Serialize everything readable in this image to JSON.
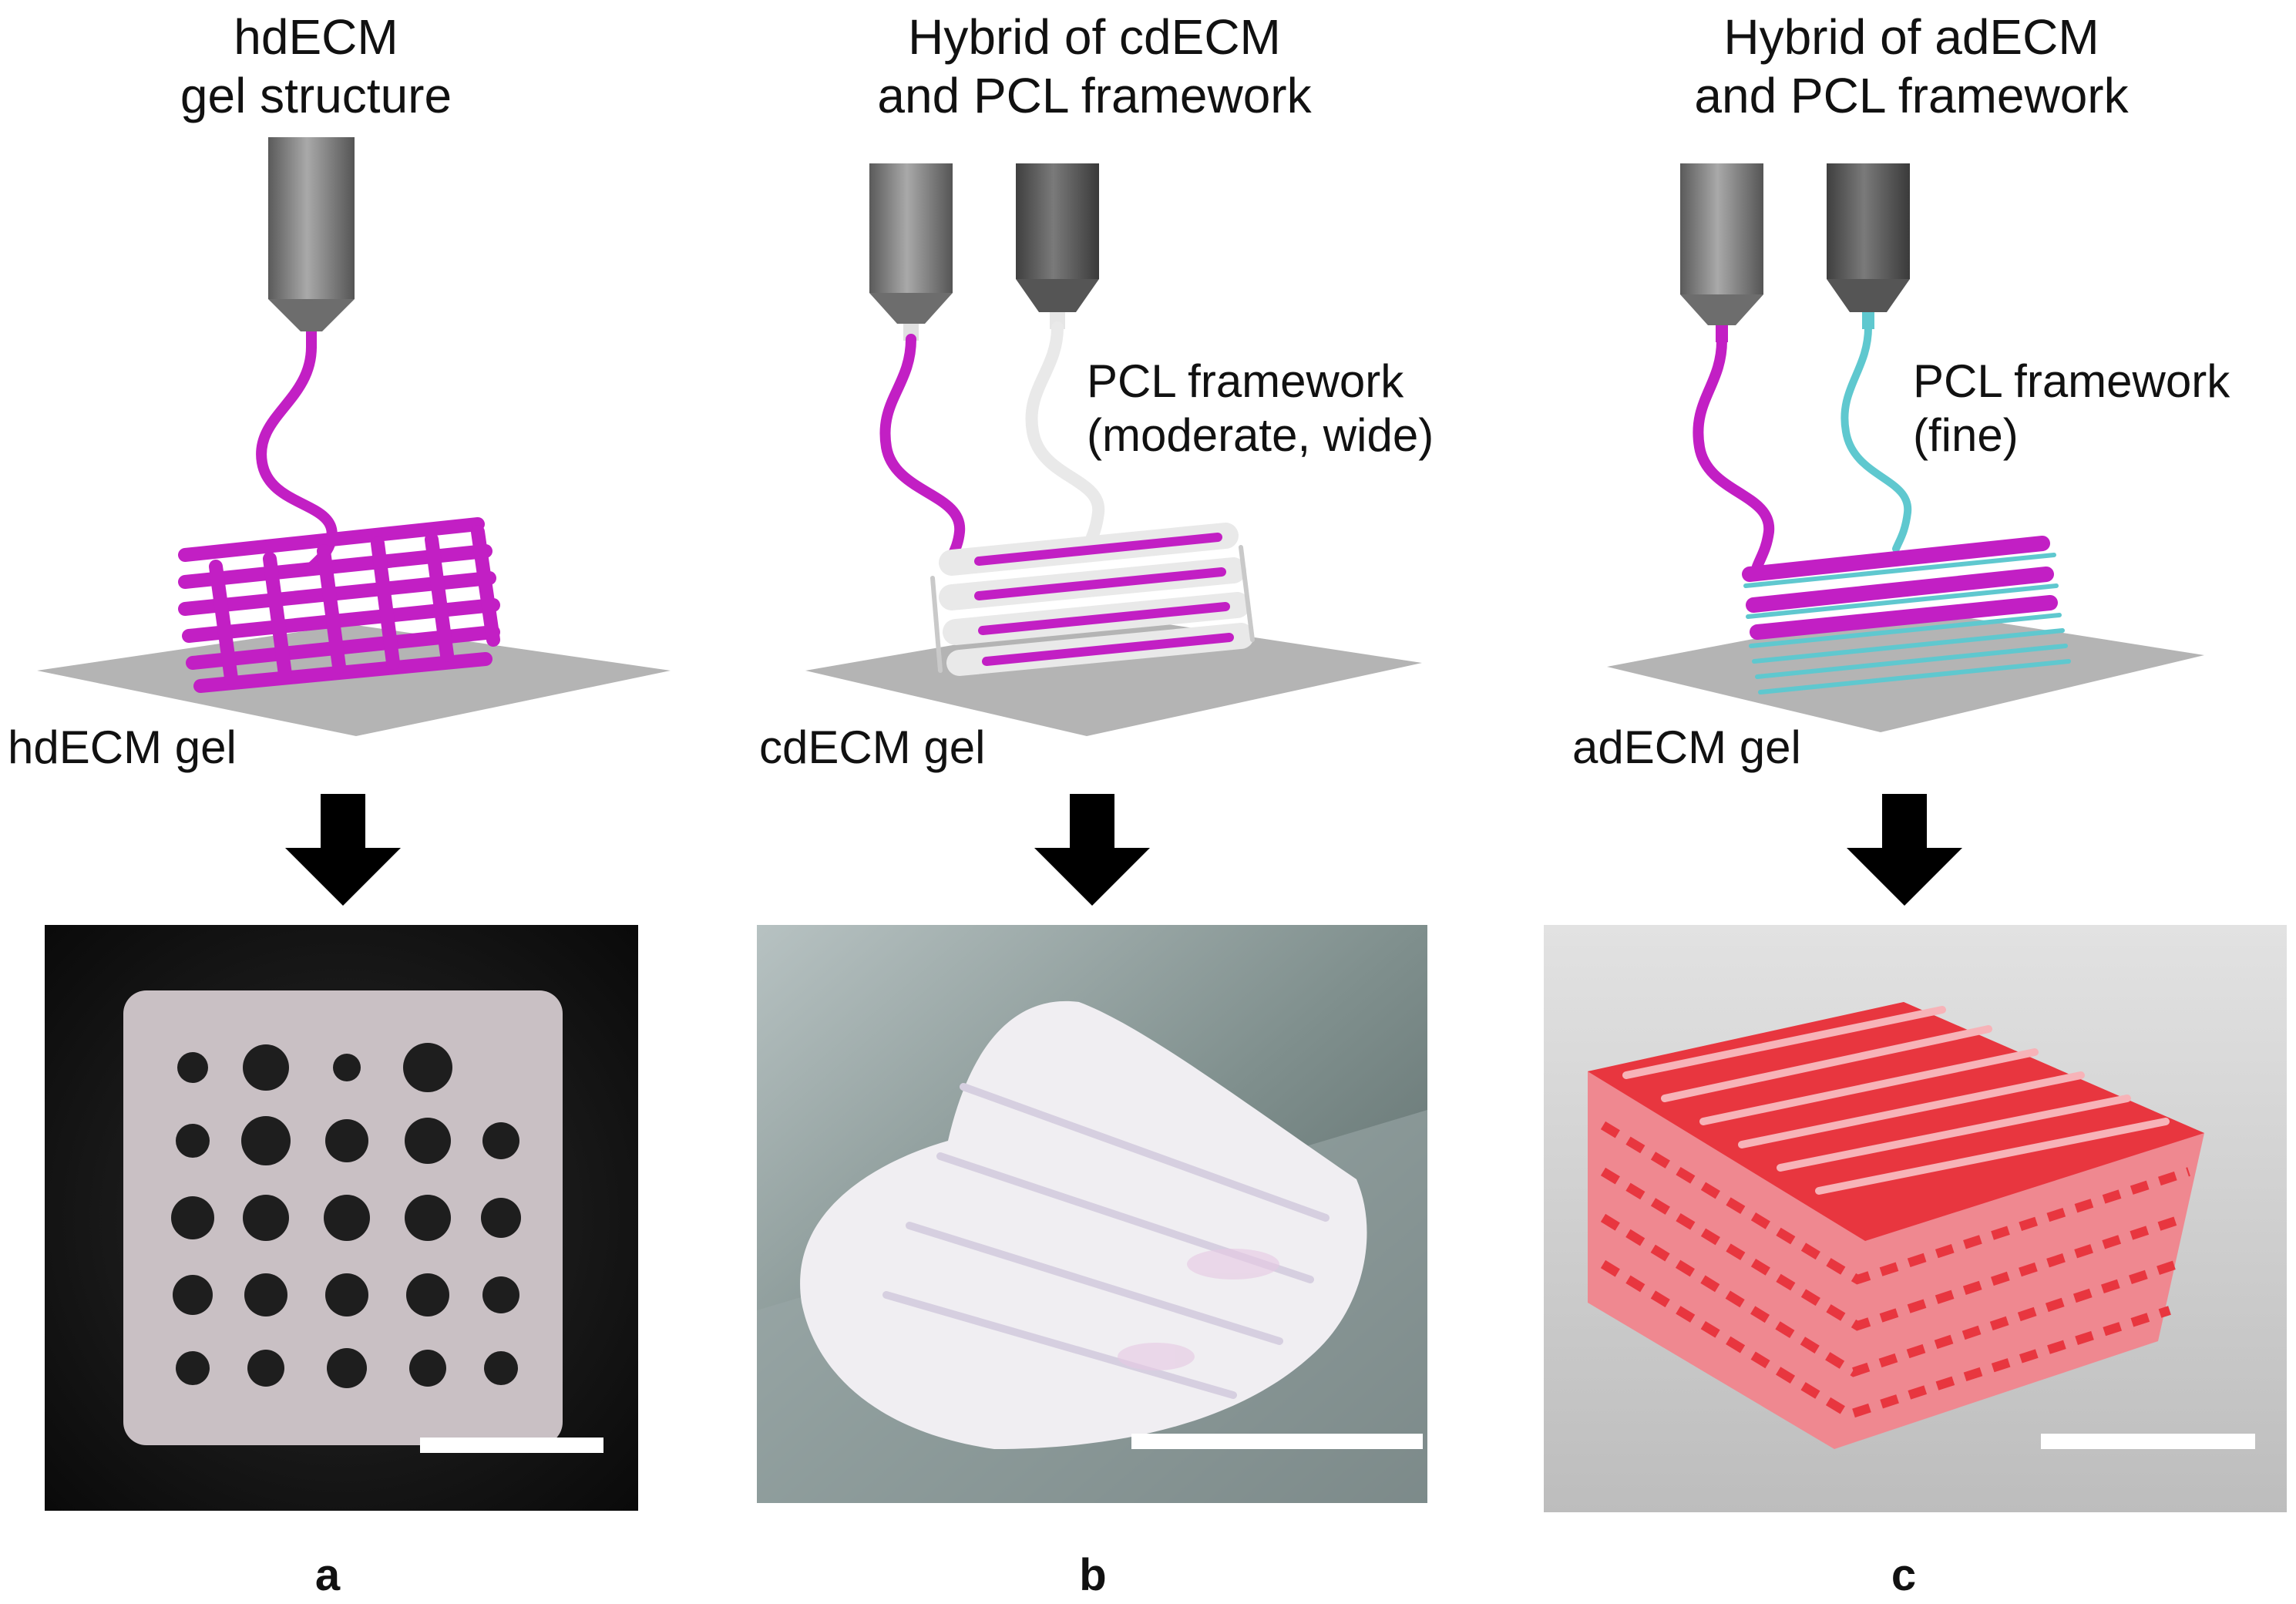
{
  "panels": [
    {
      "title": [
        "hdECM",
        "gel structure"
      ],
      "gel_label": "hdECM gel",
      "letter": "a"
    },
    {
      "title": [
        "Hybrid of cdECM",
        "and PCL framework"
      ],
      "framework_label": [
        "PCL framework",
        "(moderate, wide)"
      ],
      "gel_label": "cdECM gel",
      "letter": "b"
    },
    {
      "title": [
        "Hybrid of adECM",
        "and PCL framework"
      ],
      "framework_label": [
        "PCL framework",
        "(fine)"
      ],
      "gel_label": "adECM gel",
      "letter": "c"
    }
  ],
  "colors": {
    "ecm_gel": "#c21fc4",
    "pcl_moderate": "#e9e9e9",
    "pcl_fine": "#5fc8cf",
    "nozzle": "#7c7c7c",
    "platform": "#b4b4b4",
    "arrow": "#000000",
    "photo_a_bg": "#141414",
    "photo_b_bg": "#8a9a98",
    "photo_c_bg": "#cdcdcd",
    "printed_adECM": "#e23a42"
  },
  "icons": [
    "nozzle-icon",
    "down-arrow-icon",
    "scale-bar"
  ]
}
